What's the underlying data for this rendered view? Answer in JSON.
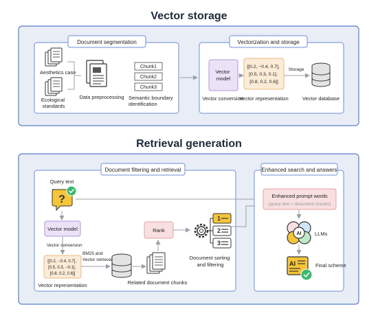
{
  "vector_storage": {
    "title": "Vector storage",
    "segmentation": {
      "title": "Document segmentation",
      "aesthetics_case": "Aesthetics case",
      "ecological_line1": "Ecological",
      "ecological_line2": "standards",
      "data_preprocessing": "Data preprocessing",
      "chunks": [
        "Chunk1",
        "Chunk2",
        "Chunk3"
      ],
      "semantic_line1": "Semantic boundary",
      "semantic_line2": "identification"
    },
    "vectorization": {
      "title": "Vectorization and storage",
      "model_line1": "Vector",
      "model_line2": "model",
      "vector_conversion": "Vector conversion",
      "vector_lines": [
        "[[0.2, −0.4, 0.7],",
        "[0.5, 0.3, 0.1],",
        "[0.8, 0.2, 0.6]]"
      ],
      "vector_representation": "Vector representation",
      "storage": "Storage",
      "vector_database": "Vector database"
    }
  },
  "retrieval_generation": {
    "title": "Retrieval generation",
    "filtering": {
      "title": "Document filtering and retrieval",
      "query_text": "Query text",
      "vector_model": "Vector model",
      "vector_conversion": "Vector conversion",
      "vector_lines": [
        "[[0.2, −0.4, 0.7],",
        "[0.5, 0.3, −0.1],",
        "[0.8, 0.2, 0.6]]"
      ],
      "vector_representation": "Vector representation",
      "bm25_line1": "BM25 and",
      "bm25_line2": "Vector retrieval",
      "related_chunks": "Related document chunks",
      "rank": "Rank",
      "sorting_line1": "Document sorting",
      "sorting_line2": "and filtering",
      "list_numbers": [
        "1",
        "2",
        "3"
      ]
    },
    "enhanced": {
      "title": "Enhanced search and answers",
      "prompt_words": "Enhanced prompt words",
      "prompt_sub": "(query text + document chunks)",
      "ai": "AI",
      "llms": "LLMs",
      "final_scheme": "Final scheme",
      "doc_ai": "AI"
    }
  },
  "colors": {
    "section_bg": "#e8edf6",
    "section_border": "#5a7fc9",
    "panel_bg": "#ffffff",
    "purple_box": "#ece2f7",
    "orange_box": "#fcebd6",
    "pink_box": "#f8dfe0",
    "icon_yellow": "#f5c53a",
    "icon_green": "#3bb96e"
  }
}
